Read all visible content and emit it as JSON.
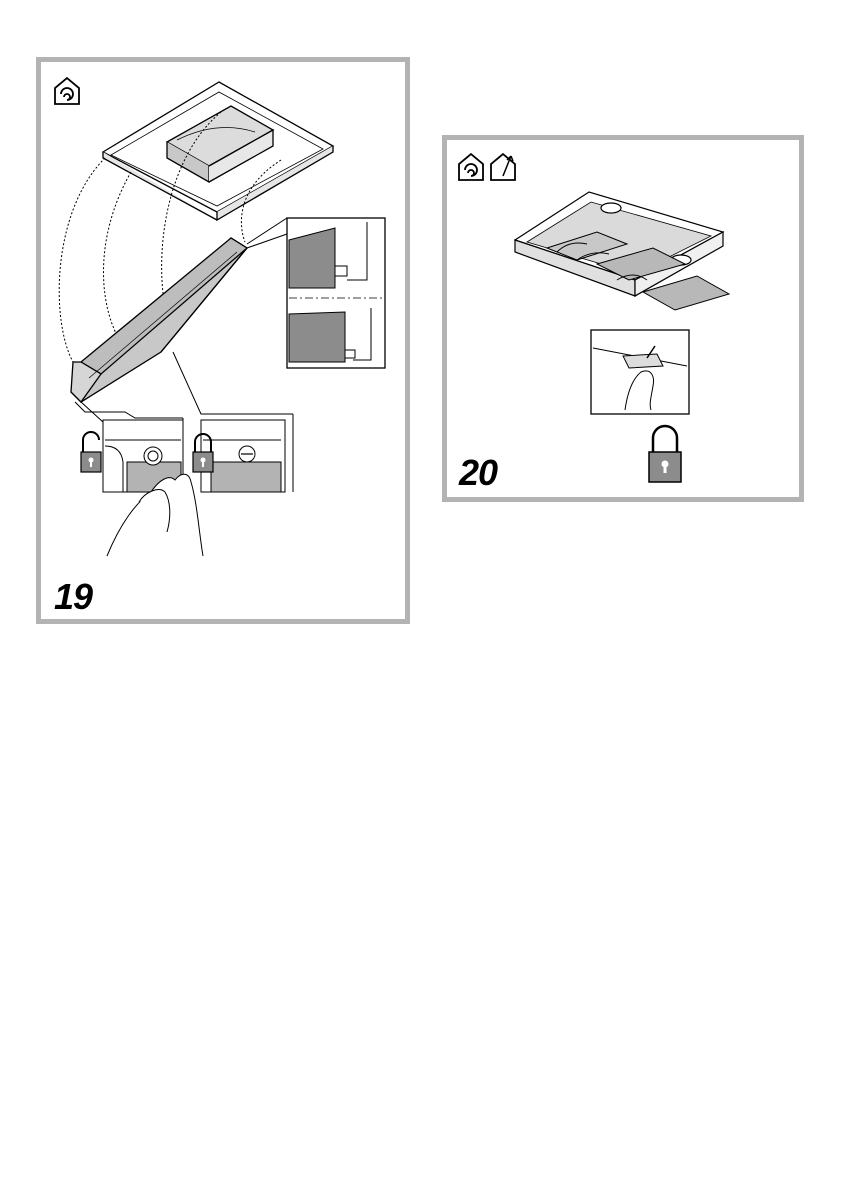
{
  "figures": [
    {
      "number": "19",
      "mode_icons": [
        "recirculation-mode-icon"
      ],
      "lock_states": [
        "unlocked",
        "locked"
      ]
    },
    {
      "number": "20",
      "mode_icons": [
        "recirculation-mode-icon",
        "extraction-mode-icon"
      ],
      "lock_states": [
        "locked"
      ]
    }
  ],
  "colors": {
    "frame": "#b3b3b3",
    "filter_fill": "#c8c8c8",
    "line": "#000000"
  }
}
